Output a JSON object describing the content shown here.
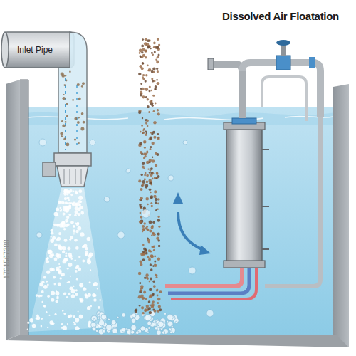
{
  "diagram": {
    "title": "Dissolved Air Floatation",
    "labels": [
      "Inlet Pipe",
      "1701567388"
    ]
  }
}
